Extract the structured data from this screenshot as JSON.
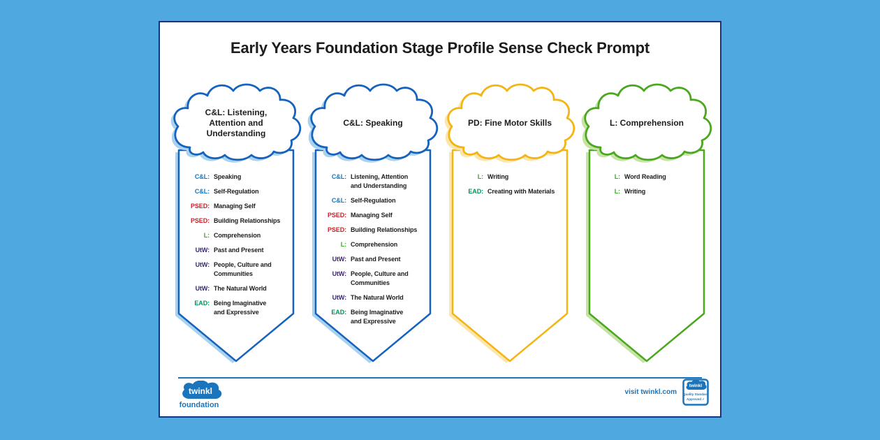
{
  "page": {
    "title": "Early Years Foundation Stage Profile Sense Check Prompt",
    "background_color": "#4fa8df",
    "border_color": "#16357c"
  },
  "colors": {
    "themes": {
      "blue": {
        "stroke": "#1563be",
        "shadow": "#a8d2ee"
      },
      "yellow": {
        "stroke": "#f4b512",
        "shadow": "#fbe6ae"
      },
      "green": {
        "stroke": "#4aa81e",
        "shadow": "#c6e3a5"
      }
    },
    "labels": {
      "cl": "#1778be",
      "psed": "#d0202a",
      "l": "#3ca829",
      "utw": "#3b2a6d",
      "ead": "#00975a"
    }
  },
  "columns": [
    {
      "id": "listening-attention-understanding",
      "theme": "blue",
      "cloud_title": "C&L: Listening,\nAttention and\nUnderstanding",
      "items": [
        {
          "label": "C&L:",
          "color": "cl",
          "text": "Speaking"
        },
        {
          "label": "C&L:",
          "color": "cl",
          "text": "Self-Regulation"
        },
        {
          "label": "PSED:",
          "color": "psed",
          "text": "Managing Self"
        },
        {
          "label": "PSED:",
          "color": "psed",
          "text": "Building Relationships"
        },
        {
          "label": "L:",
          "color": "l",
          "text": "Comprehension"
        },
        {
          "label": "UtW:",
          "color": "utw",
          "text": "Past and Present"
        },
        {
          "label": "UtW:",
          "color": "utw",
          "text": "People, Culture and\nCommunities"
        },
        {
          "label": "UtW:",
          "color": "utw",
          "text": "The Natural World"
        },
        {
          "label": "EAD:",
          "color": "ead",
          "text": "Being Imaginative\nand Expressive"
        }
      ]
    },
    {
      "id": "speaking",
      "theme": "blue",
      "cloud_title": "C&L: Speaking",
      "items": [
        {
          "label": "C&L:",
          "color": "cl",
          "text": "Listening, Attention\nand Understanding"
        },
        {
          "label": "C&L:",
          "color": "cl",
          "text": "Self-Regulation"
        },
        {
          "label": "PSED:",
          "color": "psed",
          "text": "Managing Self"
        },
        {
          "label": "PSED:",
          "color": "psed",
          "text": "Building Relationships"
        },
        {
          "label": "L:",
          "color": "l",
          "text": "Comprehension"
        },
        {
          "label": "UtW:",
          "color": "utw",
          "text": "Past and Present"
        },
        {
          "label": "UtW:",
          "color": "utw",
          "text": "People, Culture and\nCommunities"
        },
        {
          "label": "UtW:",
          "color": "utw",
          "text": "The Natural World"
        },
        {
          "label": "EAD:",
          "color": "ead",
          "text": "Being Imaginative\nand Expressive"
        }
      ]
    },
    {
      "id": "fine-motor-skills",
      "theme": "yellow",
      "cloud_title": "PD: Fine Motor Skills",
      "items": [
        {
          "label": "L:",
          "color": "l",
          "text": "Writing"
        },
        {
          "label": "EAD:",
          "color": "ead",
          "text": "Creating with Materials"
        }
      ]
    },
    {
      "id": "comprehension",
      "theme": "green",
      "cloud_title": "L: Comprehension",
      "items": [
        {
          "label": "L:",
          "color": "l",
          "text": "Word Reading"
        },
        {
          "label": "L:",
          "color": "l",
          "text": "Writing"
        }
      ]
    }
  ],
  "footer": {
    "brand_color": "#1b75bc",
    "logo": {
      "brand": "twinkl",
      "sub": "foundation"
    },
    "visit": "visit twinkl.com",
    "badge": {
      "brand": "twinkl",
      "line1": "Quality Standard",
      "line2": "Approved ✓"
    }
  }
}
